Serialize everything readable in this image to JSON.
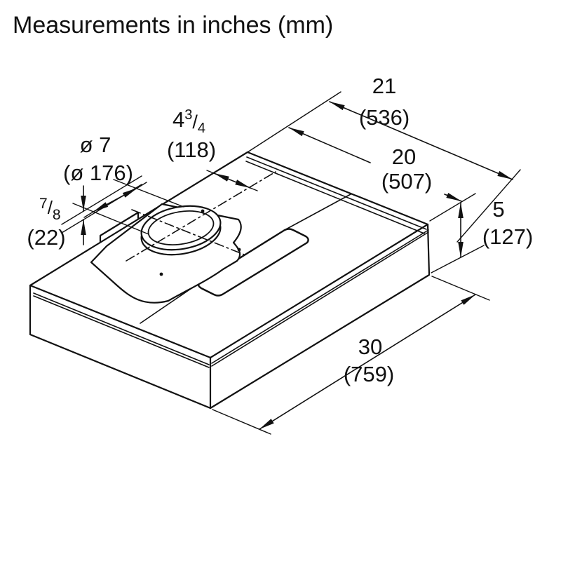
{
  "title": "Measurements in inches (mm)",
  "units_note": "inches (mm)",
  "colors": {
    "line": "#111111",
    "background": "#ffffff"
  },
  "dimensions": {
    "depth_total": {
      "inches": "21",
      "mm": "(536)"
    },
    "depth_top": {
      "inches": "20",
      "mm": "(507)"
    },
    "duct_offset": {
      "whole": "4",
      "num": "3",
      "slash": "/",
      "den": "4",
      "mm": "(118)"
    },
    "duct_diameter": {
      "inches": "ø 7",
      "mm": "(ø 176)"
    },
    "flange_height": {
      "num": "7",
      "slash": "/",
      "den": "8",
      "mm": "(22)"
    },
    "height": {
      "inches": "5",
      "mm": "(127)"
    },
    "width": {
      "inches": "30",
      "mm": "(759)"
    }
  }
}
